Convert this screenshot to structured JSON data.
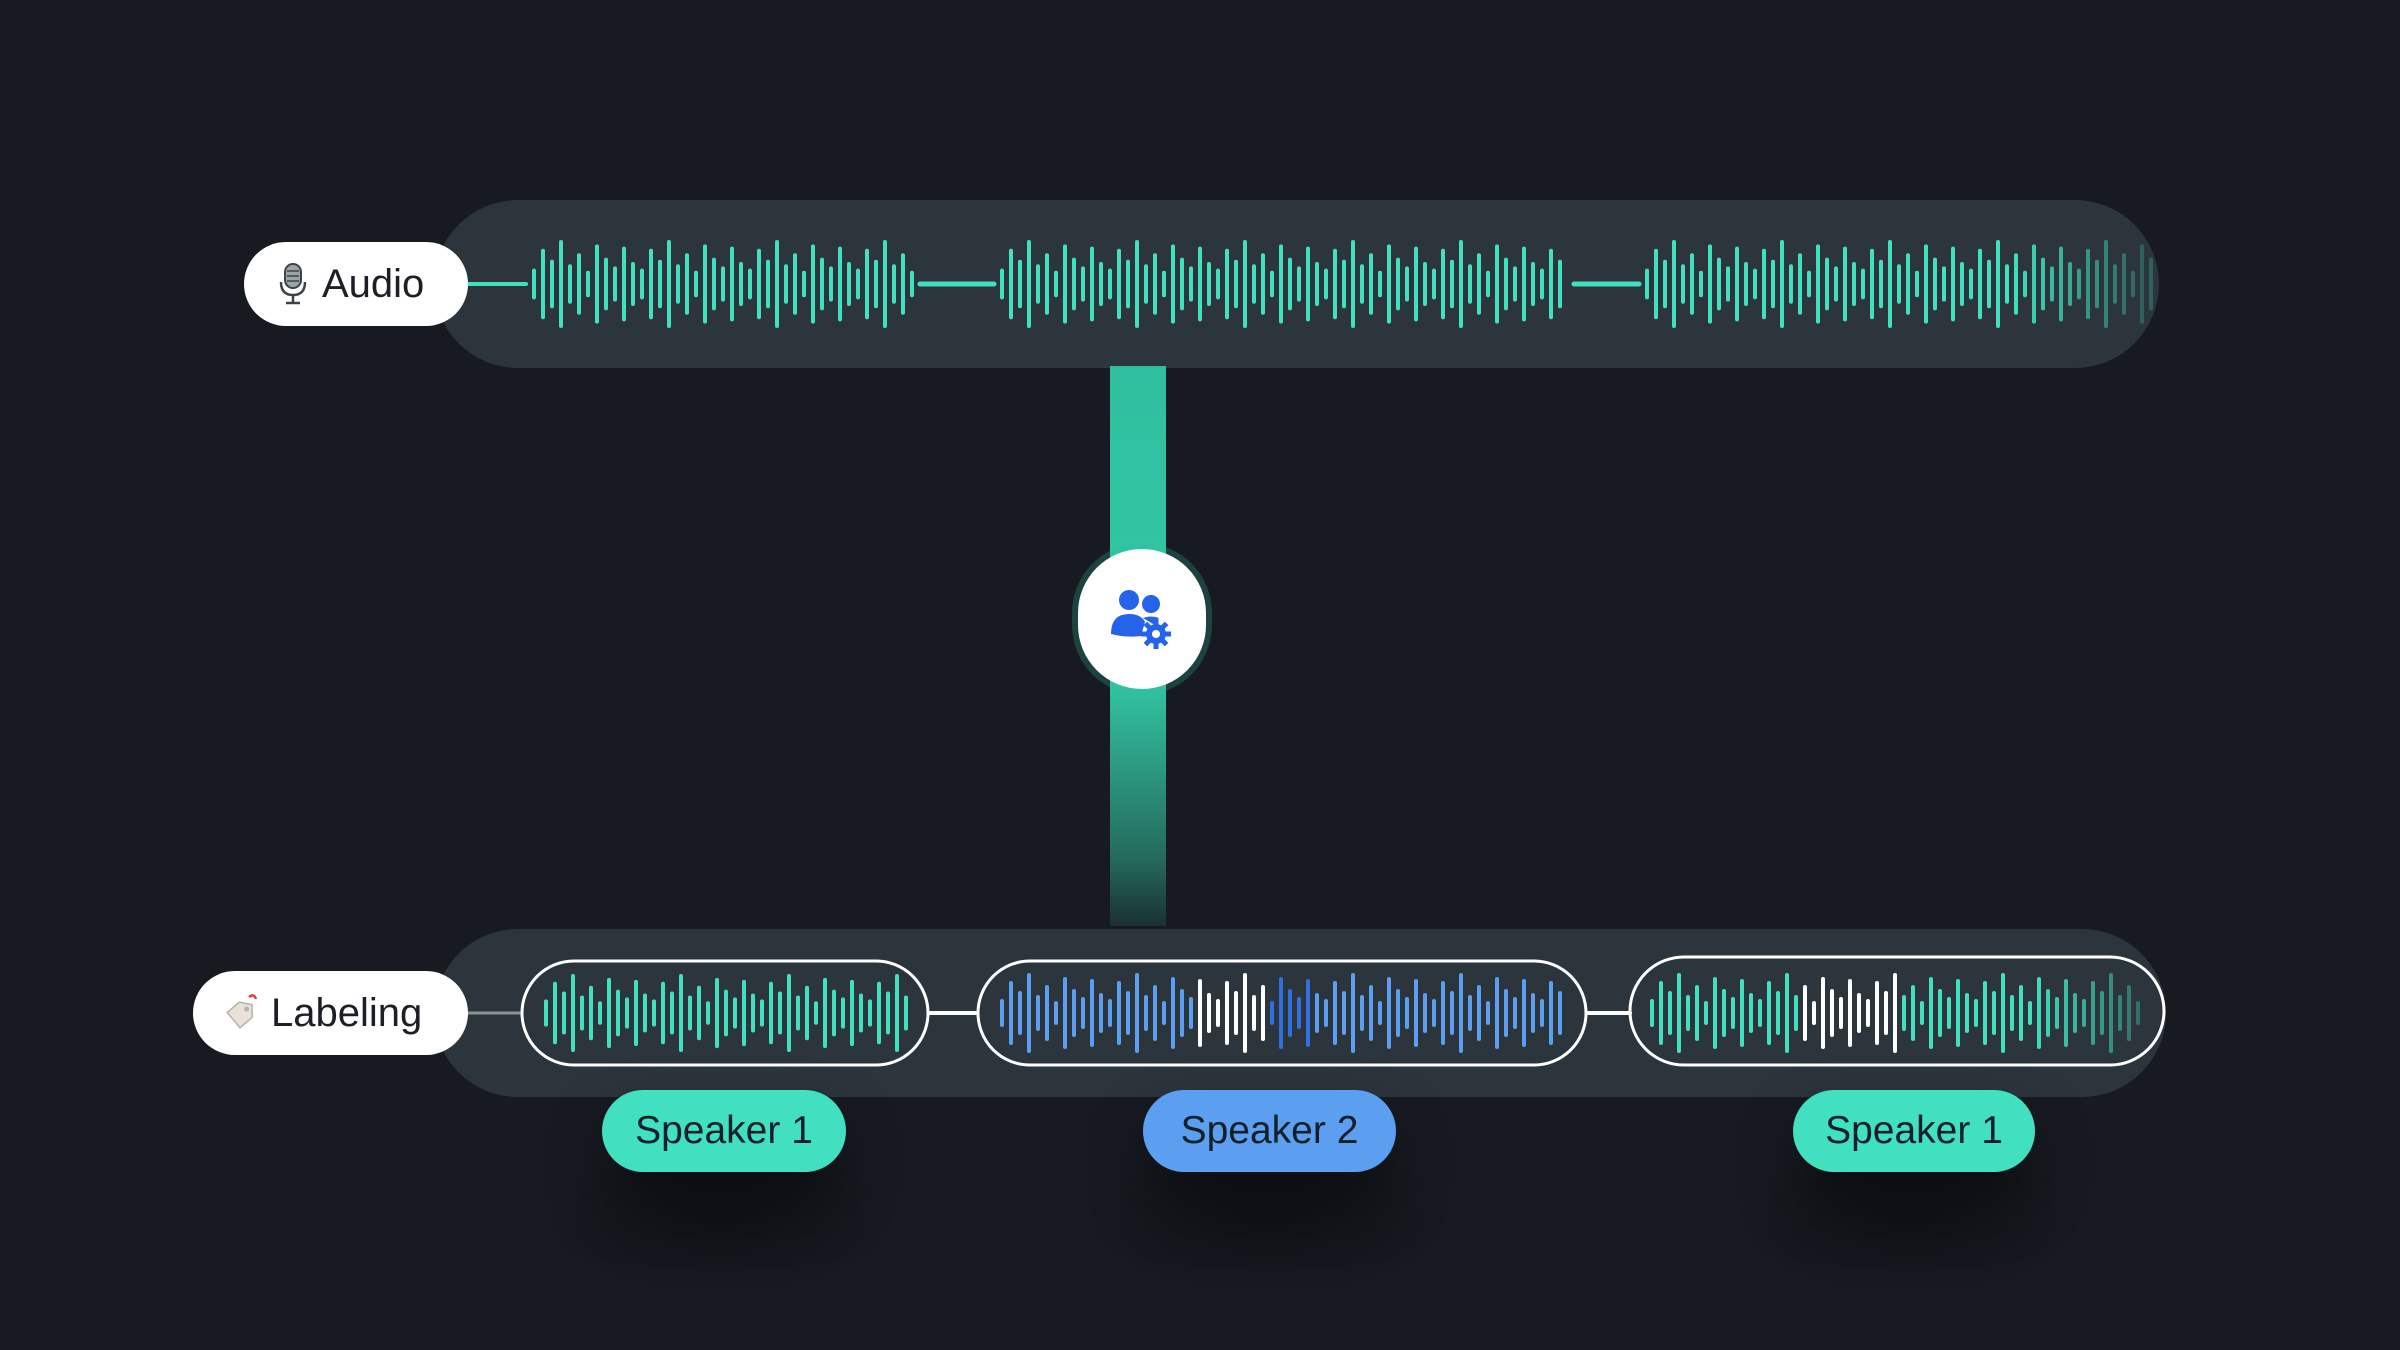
{
  "tracks": {
    "audio": {
      "label": "Audio",
      "icon": "microphone-icon"
    },
    "labeling": {
      "label": "Labeling",
      "icon": "tag-icon"
    }
  },
  "hub": {
    "icon": "users-gear-icon"
  },
  "speakers": [
    {
      "label": "Speaker 1",
      "color": "#40e0c0"
    },
    {
      "label": "Speaker 2",
      "color": "#5c9ef0"
    },
    {
      "label": "Speaker 1",
      "color": "#40e0c0"
    }
  ],
  "colors": {
    "background": "#171a21",
    "track": "#2c353c",
    "teal": "#40e0c0",
    "blue": "#5c9ef0",
    "blue_dark": "#2f6fe0",
    "white": "#ffffff"
  }
}
